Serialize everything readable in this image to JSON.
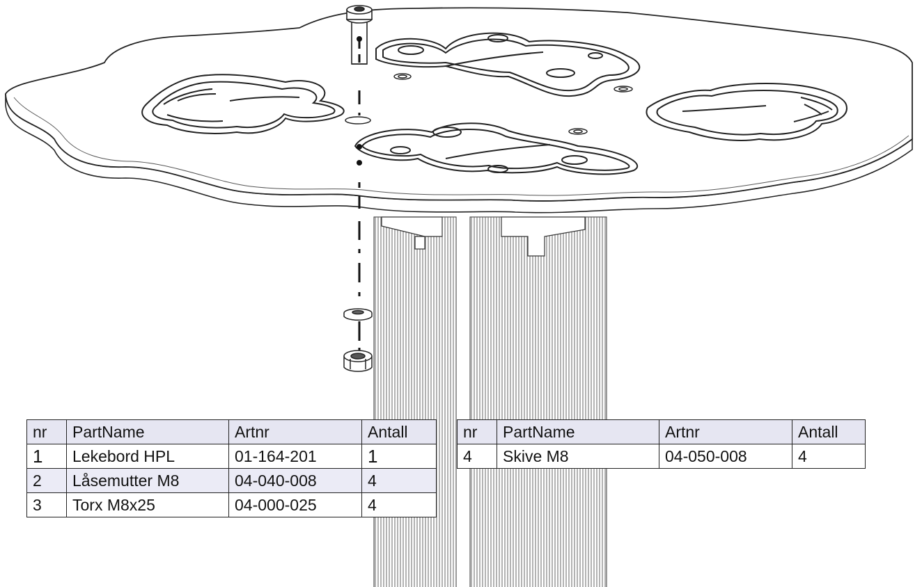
{
  "bom_left": {
    "headers": [
      "nr",
      "PartName",
      "Artnr",
      "Antall"
    ],
    "rows": [
      [
        "1",
        "Lekebord HPL",
        "01-164-201",
        "1"
      ],
      [
        "2",
        "Låsemutter M8",
        "04-040-008",
        "4"
      ],
      [
        "3",
        "Torx M8x25",
        "04-000-025",
        "4"
      ]
    ]
  },
  "bom_right": {
    "headers": [
      "nr",
      "PartName",
      "Artnr",
      "Antall"
    ],
    "rows": [
      [
        "4",
        "Skive M8",
        "04-050-008",
        "4"
      ]
    ]
  },
  "colors": {
    "line": "#222222",
    "table_header": "#e6e6f2",
    "table_alt_row": "#ebebf6"
  }
}
